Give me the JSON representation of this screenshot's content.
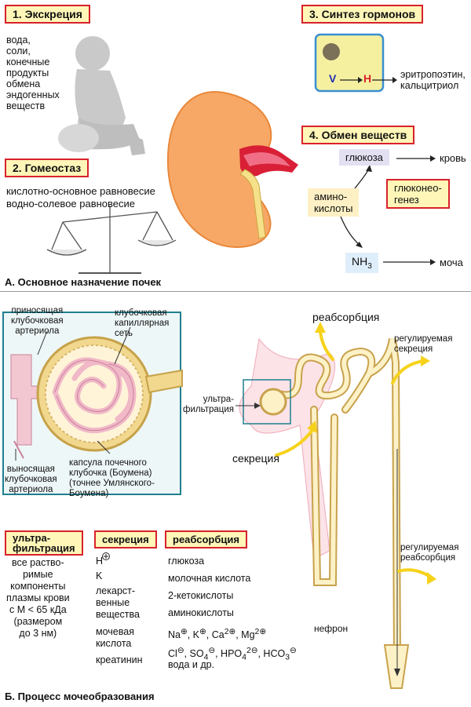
{
  "a": {
    "excretion": {
      "title": "1. Экскреция",
      "text": "вода,\nсоли,\nконечные\nпродукты\nобмена\nэндогенных\nвеществ"
    },
    "homeostasis": {
      "title": "2. Гомеостаз",
      "text": "кислотно-основное равновесие\nводно-солевое равновесие"
    },
    "hormones": {
      "title": "3. Синтез гормонов",
      "v": "V",
      "h": "H",
      "text": "эритропоэтин,\nкальцитриол"
    },
    "metabolism": {
      "title": "4. Обмен веществ",
      "glucose": "глюкоза",
      "blood": "кровь",
      "amino": "амино-\nкислоты",
      "gluconeo": "глюконео-\nгенез",
      "nh3_main": "NH",
      "nh3_sub": "3",
      "urine": "моча"
    },
    "caption": "А. Основное назначение почек"
  },
  "b": {
    "afferent": "приносящая\nклубочковая\nартериола",
    "capillary": "клубочковая\nкапиллярная\nсеть",
    "efferent": "выносящая\nклубочковая\nартериола",
    "capsule": "капсула почечного\nклубочка (Боумена)\n(точнее  Умлянского-\nБоумена)",
    "ultrafiltration_label": "ультра-\nфильтрация",
    "reabsorption_label": "реабсорбция",
    "regulated_secretion": "регулируемая\nсекреция",
    "secretion_label": "секреция",
    "regulated_reabsorption": "регулируемая\nреабсорбция",
    "nephron": "нефрон",
    "col1_title": "ультра-\nфильтрация",
    "col1_text": "все раство-\nримые\nкомпоненты\nплазмы крови\nс M < 65 кДа\n(размером\nдо 3 нм)",
    "col2_title": "секреция",
    "col2_items": [
      "H",
      "K",
      "лекарст-\nвенные\nвещества",
      "мочевая\nкислота",
      "креатинин"
    ],
    "col3_title": "реабсорбция",
    "col3_items": [
      "глюкоза",
      "молочная кислота",
      "2-кетокислоты",
      "аминокислоты"
    ],
    "col3_ions1": [
      "Na",
      "K",
      "Ca",
      "2",
      "Mg",
      "2"
    ],
    "col3_ions2": [
      "Cl",
      "SO",
      "4",
      "HPO",
      "4",
      "2",
      "HCO",
      "3"
    ],
    "col3_last": "вода и др.",
    "caption": "Б. Процесс мочеобразования"
  },
  "colors": {
    "tag_bg": "#fff6b8",
    "tag_border": "#d8222a",
    "kidney": "#f7a866",
    "lavender": "#e3e0f2",
    "cream": "#fdf0c4",
    "blue_box": "#dfeefb",
    "arrow_yellow": "#f6d21c",
    "teal": "#1e7f8e"
  }
}
